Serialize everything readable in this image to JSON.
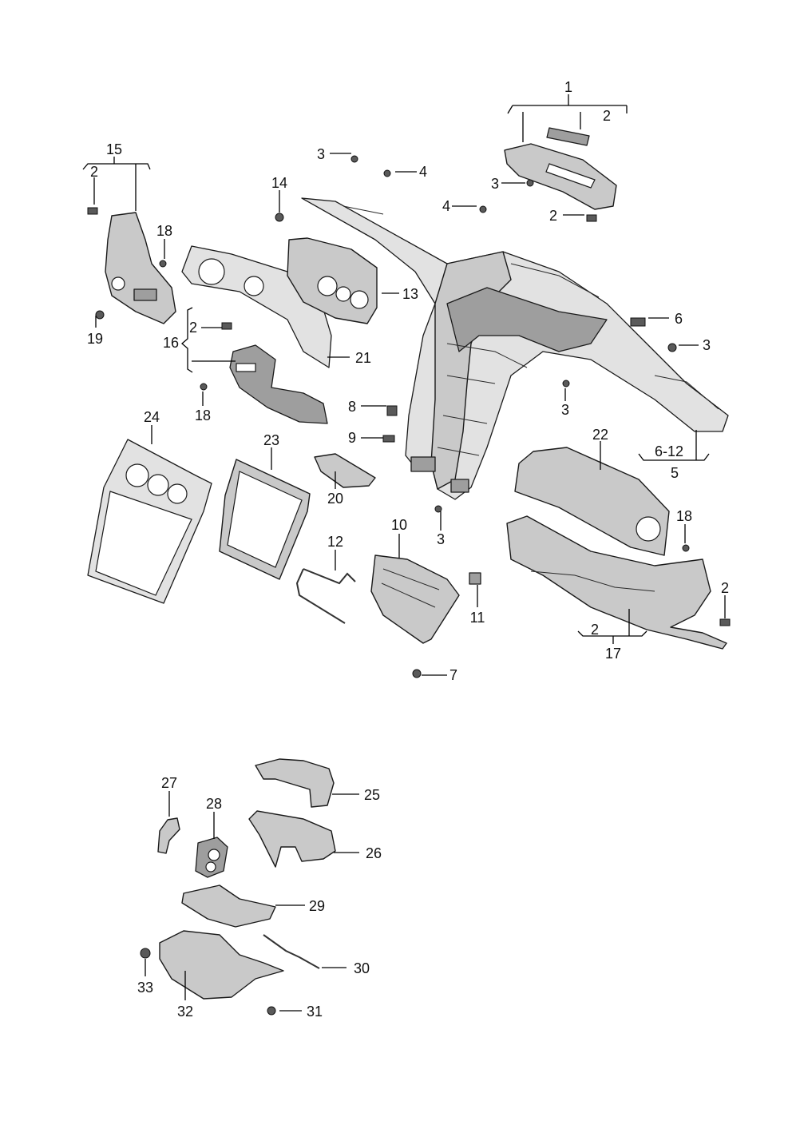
{
  "diagram": {
    "upper_assembly": {
      "callouts": [
        {
          "id": "c1",
          "label": "1"
        },
        {
          "id": "c2a",
          "label": "2"
        },
        {
          "id": "c3a",
          "label": "3"
        },
        {
          "id": "c4a",
          "label": "4"
        },
        {
          "id": "c3b",
          "label": "3"
        },
        {
          "id": "c4b",
          "label": "4"
        },
        {
          "id": "c2b",
          "label": "2"
        },
        {
          "id": "c15",
          "label": "15"
        },
        {
          "id": "c2c",
          "label": "2"
        },
        {
          "id": "c14",
          "label": "14"
        },
        {
          "id": "c18a",
          "label": "18"
        },
        {
          "id": "c13",
          "label": "13"
        },
        {
          "id": "c6",
          "label": "6"
        },
        {
          "id": "c3c",
          "label": "3"
        },
        {
          "id": "c19",
          "label": "19"
        },
        {
          "id": "c2d",
          "label": "2"
        },
        {
          "id": "c16",
          "label": "16"
        },
        {
          "id": "c21",
          "label": "21"
        },
        {
          "id": "c3d",
          "label": "3"
        },
        {
          "id": "c18b",
          "label": "18"
        },
        {
          "id": "c8",
          "label": "8"
        },
        {
          "id": "c9",
          "label": "9"
        },
        {
          "id": "c24",
          "label": "24"
        },
        {
          "id": "c23",
          "label": "23"
        },
        {
          "id": "c22",
          "label": "22"
        },
        {
          "id": "c612",
          "label": "6-12"
        },
        {
          "id": "c5",
          "label": "5"
        },
        {
          "id": "c20",
          "label": "20"
        },
        {
          "id": "c3e",
          "label": "3"
        },
        {
          "id": "c18c",
          "label": "18"
        },
        {
          "id": "c10",
          "label": "10"
        },
        {
          "id": "c12",
          "label": "12"
        },
        {
          "id": "c11",
          "label": "11"
        },
        {
          "id": "c2e",
          "label": "2"
        },
        {
          "id": "c2f",
          "label": "2"
        },
        {
          "id": "c17",
          "label": "17"
        },
        {
          "id": "c7",
          "label": "7"
        }
      ]
    },
    "lower_assembly": {
      "callouts": [
        {
          "id": "c27",
          "label": "27"
        },
        {
          "id": "c25",
          "label": "25"
        },
        {
          "id": "c28",
          "label": "28"
        },
        {
          "id": "c26",
          "label": "26"
        },
        {
          "id": "c29",
          "label": "29"
        },
        {
          "id": "c30",
          "label": "30"
        },
        {
          "id": "c33",
          "label": "33"
        },
        {
          "id": "c32",
          "label": "32"
        },
        {
          "id": "c31",
          "label": "31"
        }
      ]
    }
  }
}
